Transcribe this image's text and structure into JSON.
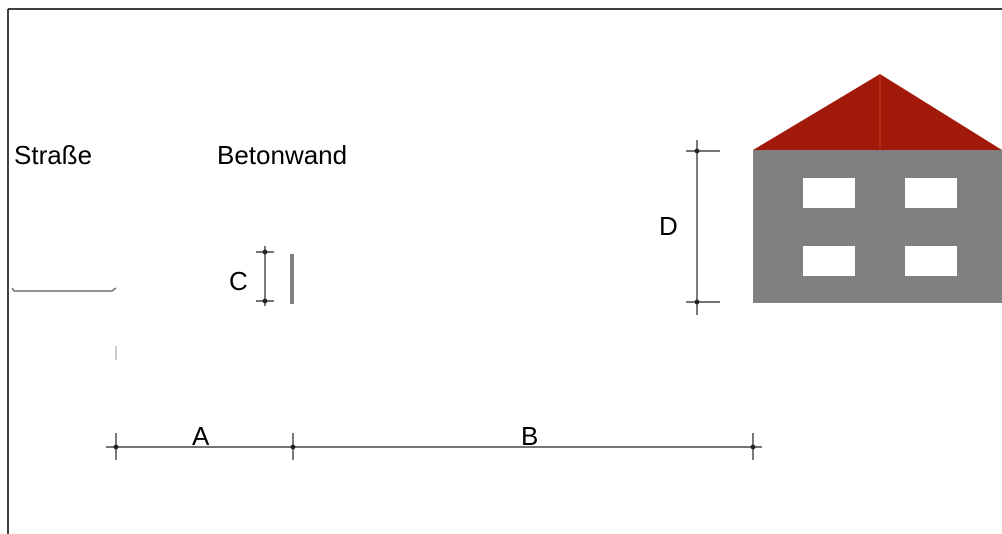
{
  "labels": {
    "road": "Straße",
    "wall": "Betonwand",
    "dim_a": "A",
    "dim_b": "B",
    "dim_c": "C",
    "dim_d": "D"
  },
  "colors": {
    "frame": "#000000",
    "dimension_line": "#222222",
    "road_line": "#6e6e6e",
    "wall": "#7f7f7f",
    "house_body": "#808080",
    "house_roof": "#a11a09",
    "roof_ridge": "#c23a22",
    "window": "#ffffff"
  }
}
